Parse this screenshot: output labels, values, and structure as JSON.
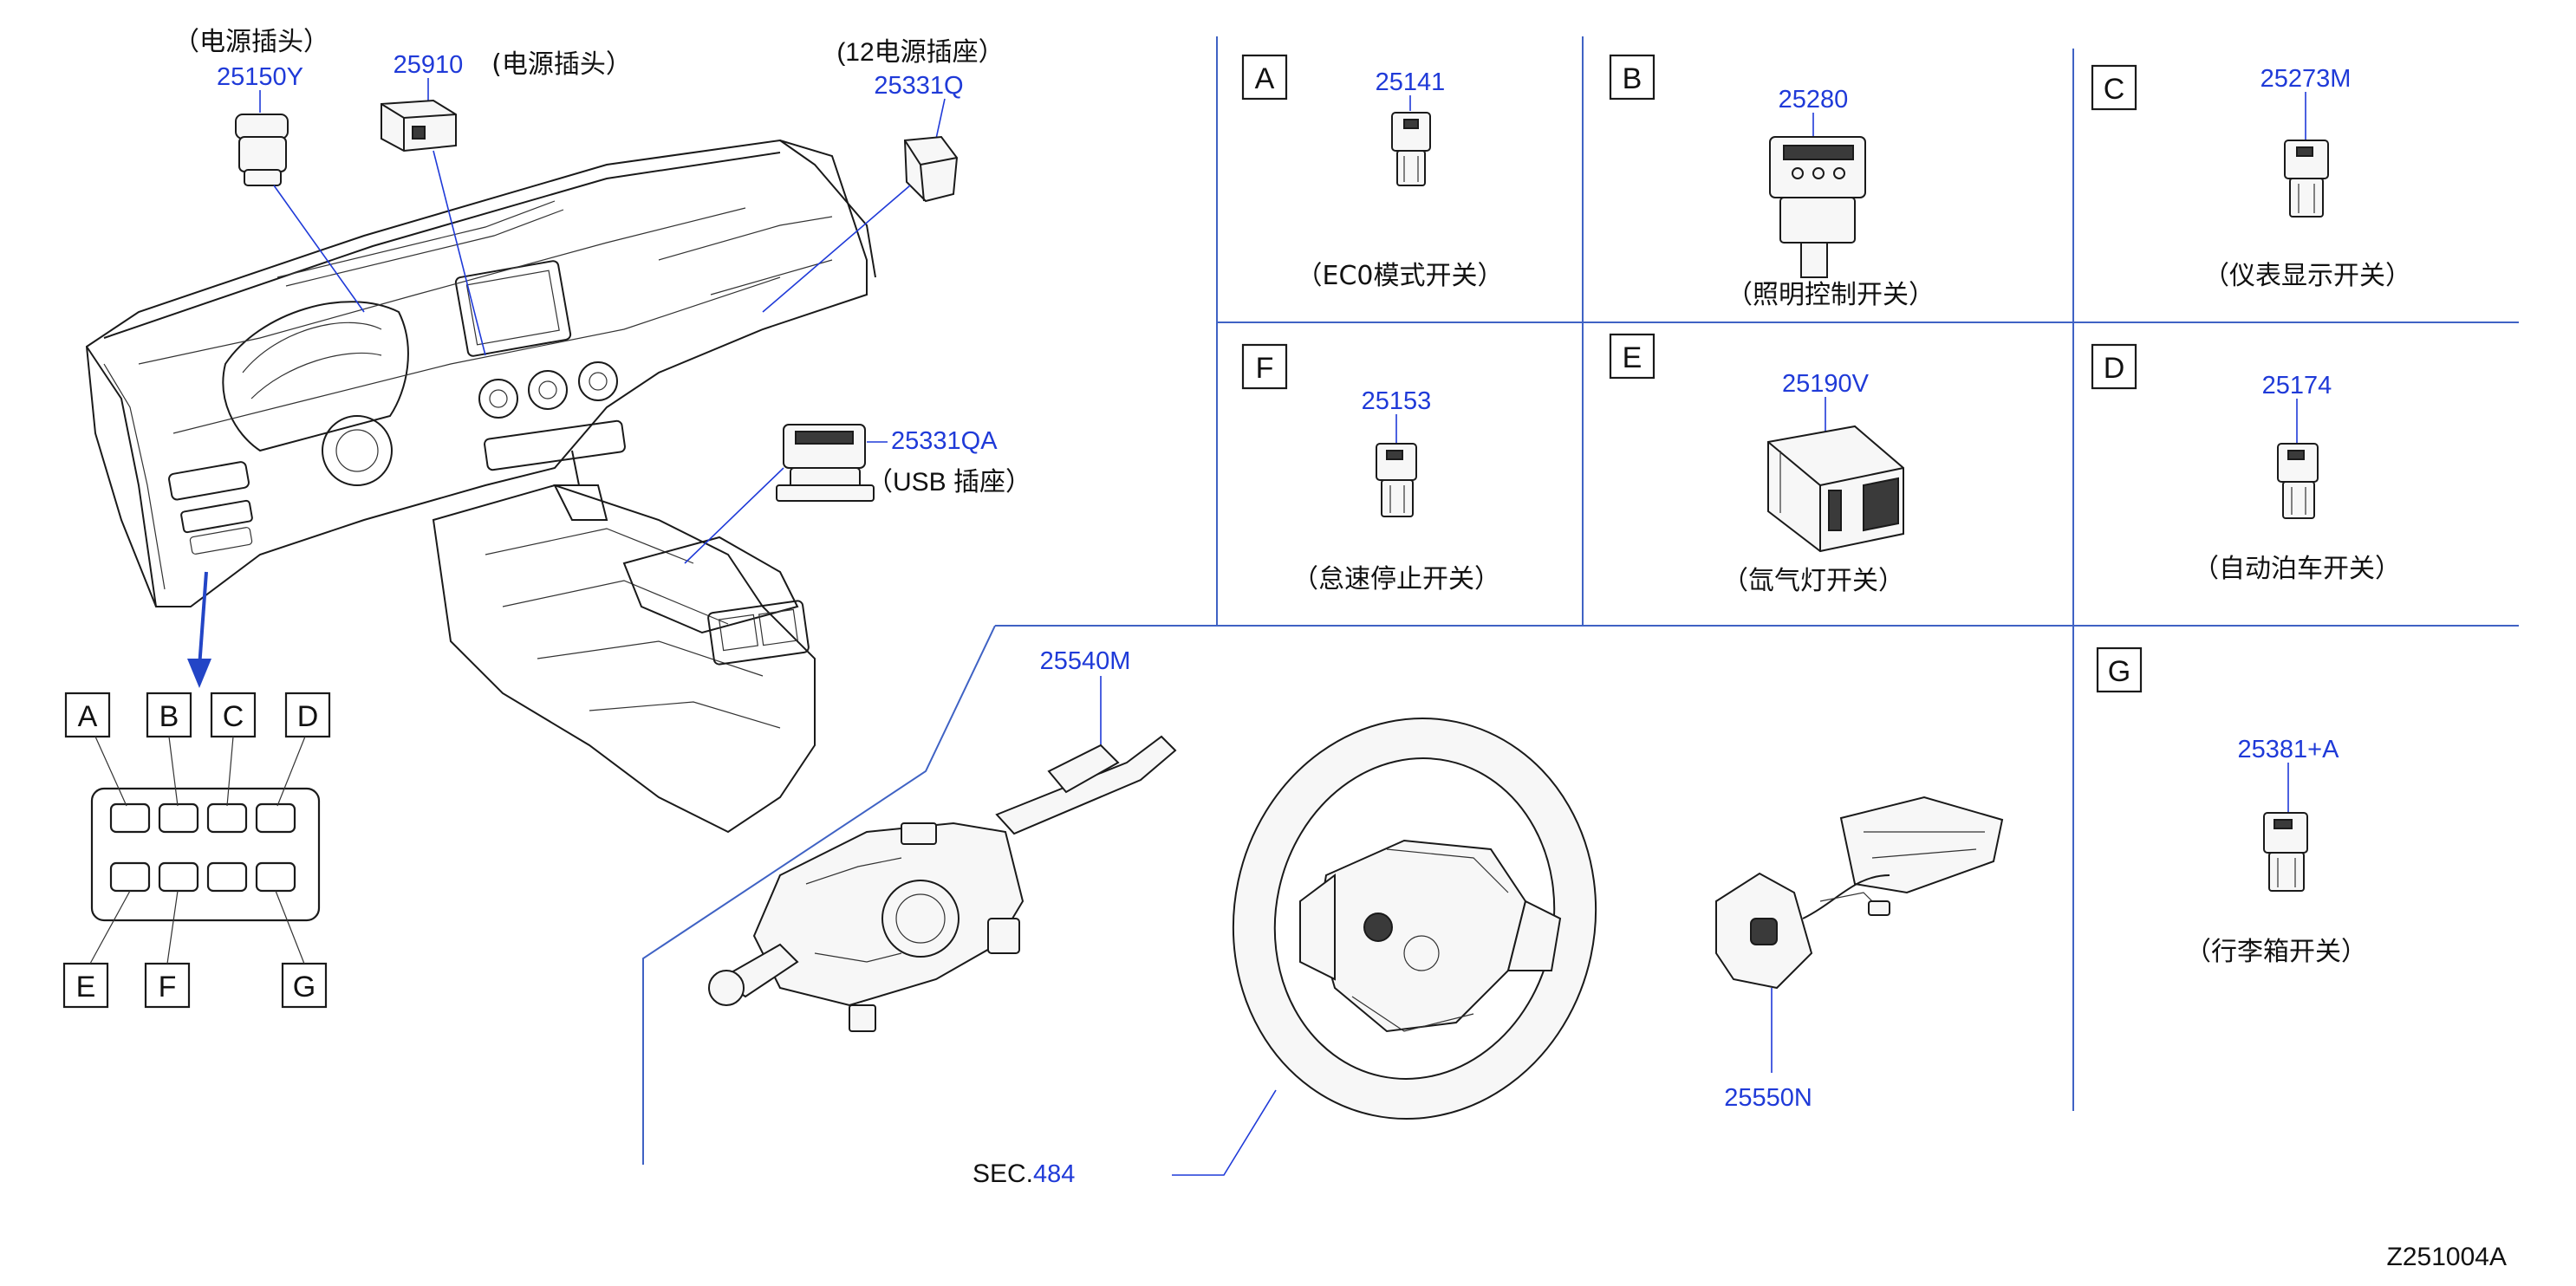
{
  "diagram_code": "Z251004A",
  "sec_ref": {
    "prefix": "SEC.",
    "number": "484"
  },
  "parts": {
    "p25150Y": {
      "number": "25150Y",
      "desc": "（电源插头）"
    },
    "p25910": {
      "number": "25910",
      "desc": "(电源插头）"
    },
    "p25331Q": {
      "number": "25331Q",
      "desc": "(12电源插座）"
    },
    "p25331QA": {
      "number": "25331QA",
      "desc": "（USB  插座）"
    },
    "p25540M": {
      "number": "25540M"
    },
    "p25550N": {
      "number": "25550N"
    }
  },
  "panels": [
    {
      "letter": "A",
      "number": "25141",
      "desc": "（EC0模式开关）"
    },
    {
      "letter": "B",
      "number": "25280",
      "desc": "（照明控制开关）"
    },
    {
      "letter": "C",
      "number": "25273M",
      "desc": "（仪表显示开关）"
    },
    {
      "letter": "F",
      "number": "25153",
      "desc": "（怠速停止开关）"
    },
    {
      "letter": "E",
      "number": "25190V",
      "desc": "（氙气灯开关）"
    },
    {
      "letter": "D",
      "number": "25174",
      "desc": "（自动泊车开关）"
    },
    {
      "letter": "G",
      "number": "25381+A",
      "desc": "（行李箱开关）"
    }
  ],
  "switch_key": {
    "top": [
      "A",
      "B",
      "C",
      "D"
    ],
    "bottom": [
      "E",
      "F",
      "G"
    ]
  }
}
